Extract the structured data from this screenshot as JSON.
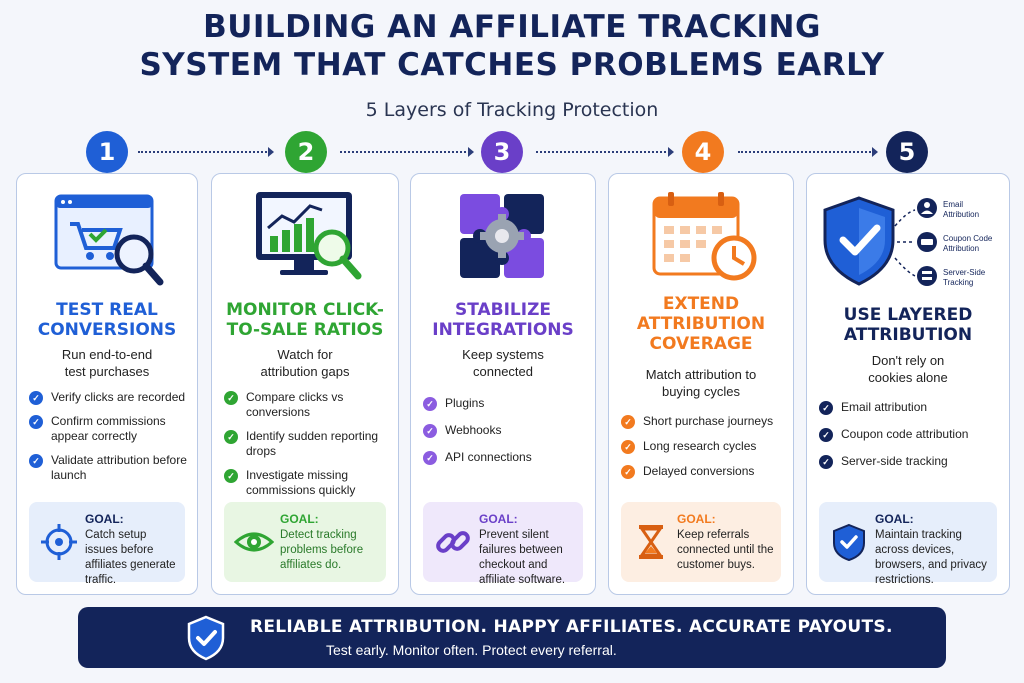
{
  "header": {
    "title_line1": "BUILDING AN AFFILIATE TRACKING",
    "title_line2": "SYSTEM THAT CATCHES PROBLEMS EARLY",
    "subtitle": "5 Layers of Tracking Protection"
  },
  "colors": {
    "navy": "#13245a",
    "blue": "#1f5fd6",
    "green": "#2fa533",
    "purple": "#6a3fc8",
    "orange": "#f27a1f"
  },
  "steps": [
    {
      "number": "1",
      "title_lines": [
        "TEST REAL",
        "CONVERSIONS"
      ],
      "desc_lines": [
        "Run end-to-end",
        "test purchases"
      ],
      "items": [
        "Verify clicks are recorded",
        "Confirm commissions appear correctly",
        "Validate attribution before launch"
      ],
      "goal_label": "GOAL:",
      "goal_text": "Catch setup issues before affiliates generate traffic.",
      "icon": "cart-magnifier-icon",
      "goal_icon": "target-icon"
    },
    {
      "number": "2",
      "title_lines": [
        "MONITOR CLICK-",
        "TO-SALE RATIOS"
      ],
      "desc_lines": [
        "Watch for",
        "attribution gaps"
      ],
      "items": [
        "Compare clicks vs conversions",
        "Identify sudden reporting drops",
        "Investigate missing commissions quickly"
      ],
      "goal_label": "GOAL:",
      "goal_text": "Detect tracking problems before affiliates do.",
      "icon": "monitor-chart-icon",
      "goal_icon": "eye-icon"
    },
    {
      "number": "3",
      "title_lines": [
        "STABILIZE",
        "INTEGRATIONS"
      ],
      "desc_lines": [
        "Keep systems",
        "connected"
      ],
      "items": [
        "Plugins",
        "Webhooks",
        "API connections"
      ],
      "goal_label": "GOAL:",
      "goal_text": "Prevent silent failures between checkout and affiliate software.",
      "icon": "puzzle-gear-icon",
      "goal_icon": "link-icon"
    },
    {
      "number": "4",
      "title_lines": [
        "EXTEND",
        "ATTRIBUTION",
        "COVERAGE"
      ],
      "desc_lines": [
        "Match attribution to",
        "buying cycles"
      ],
      "items": [
        "Short purchase journeys",
        "Long research cycles",
        "Delayed conversions"
      ],
      "goal_label": "GOAL:",
      "goal_text": "Keep referrals connected until the customer buys.",
      "icon": "calendar-clock-icon",
      "goal_icon": "hourglass-icon"
    },
    {
      "number": "5",
      "title_lines": [
        "USE LAYERED",
        "ATTRIBUTION"
      ],
      "desc_lines": [
        "Don't rely on",
        "cookies alone"
      ],
      "items": [
        "Email attribution",
        "Coupon code attribution",
        "Server-side tracking"
      ],
      "goal_label": "GOAL:",
      "goal_text": "Maintain tracking across devices, browsers, and privacy restrictions.",
      "icon": "shield-check-icon",
      "goal_icon": "shield-check-icon",
      "mini_labels": [
        [
          "Email",
          "Attribution"
        ],
        [
          "Coupon Code",
          "Attribution"
        ],
        [
          "Server-Side",
          "Tracking"
        ]
      ]
    }
  ],
  "banner": {
    "main": "RELIABLE ATTRIBUTION. HAPPY AFFILIATES. ACCURATE PAYOUTS.",
    "sub": "Test early. Monitor often. Protect every referral."
  }
}
